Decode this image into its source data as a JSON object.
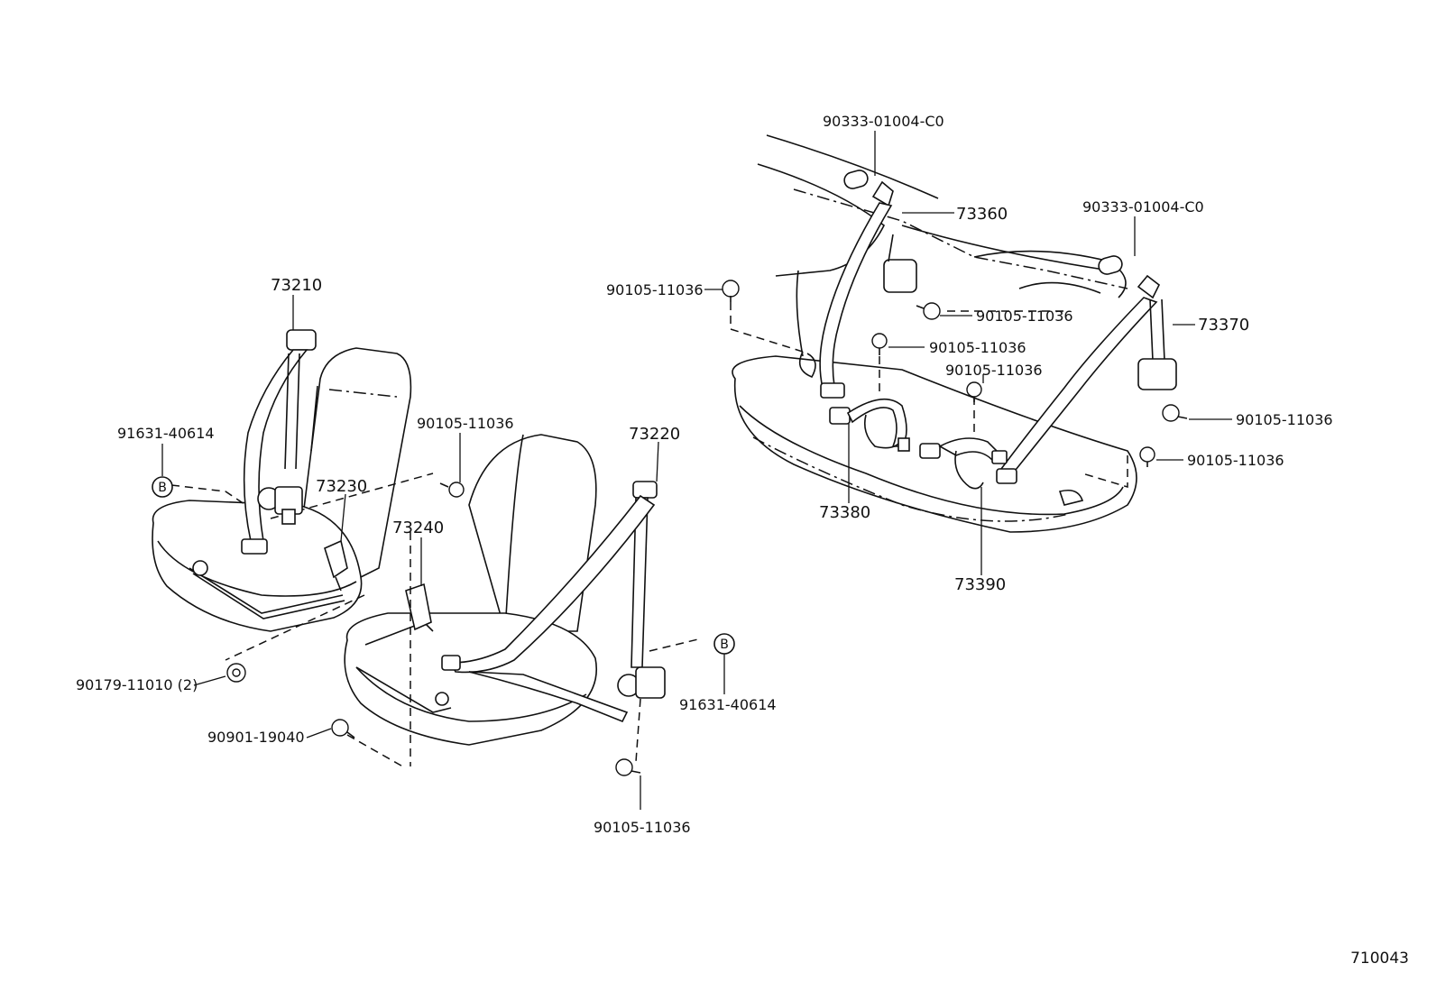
{
  "diagram_code": "710043",
  "labels": {
    "p73210": "73210",
    "p91631_left": "91631-40614",
    "p90105_front_left": "90105-11036",
    "p73230": "73230",
    "p73240": "73240",
    "p73220": "73220",
    "p90179": "90179-11010 (2)",
    "p90901": "90901-19040",
    "p91631_right": "91631-40614",
    "p90105_front_bottom": "90105-11036",
    "p90333_a": "90333-01004-C0",
    "p73360": "73360",
    "p90333_b": "90333-01004-C0",
    "p90105_rear_left": "90105-11036",
    "p90105_rear_retractor": "90105-11036",
    "p73370": "73370",
    "p90105_rear_mid": "90105-11036",
    "p90105_rear_mid2": "90105-11036",
    "p90105_rear_right1": "90105-11036",
    "p90105_rear_right2": "90105-11036",
    "p73380": "73380",
    "p73390": "73390"
  },
  "callouts": {
    "marker_b": "B"
  }
}
